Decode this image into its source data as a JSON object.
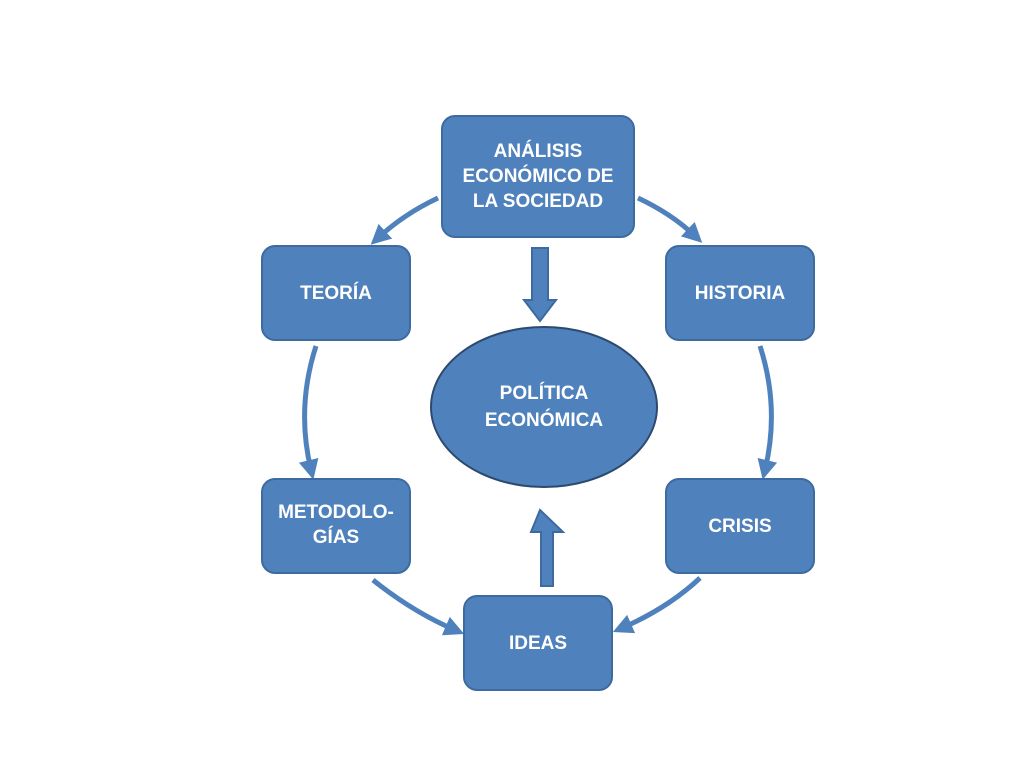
{
  "diagram": {
    "center": "POLÍTICA\nECONÓMICA",
    "nodes": {
      "analisis": "ANÁLISIS\nECONÓMICO DE\nLA SOCIEDAD",
      "teoria": "TEORÍA",
      "historia": "HISTORIA",
      "metodologias": "METODOLO-\nGÍAS",
      "crisis": "CRISIS",
      "ideas": "IDEAS"
    },
    "colors": {
      "node_fill": "#4f81bd",
      "node_border": "#3d6a9f",
      "arrow": "#4f81bd",
      "text": "#ffffff"
    }
  }
}
